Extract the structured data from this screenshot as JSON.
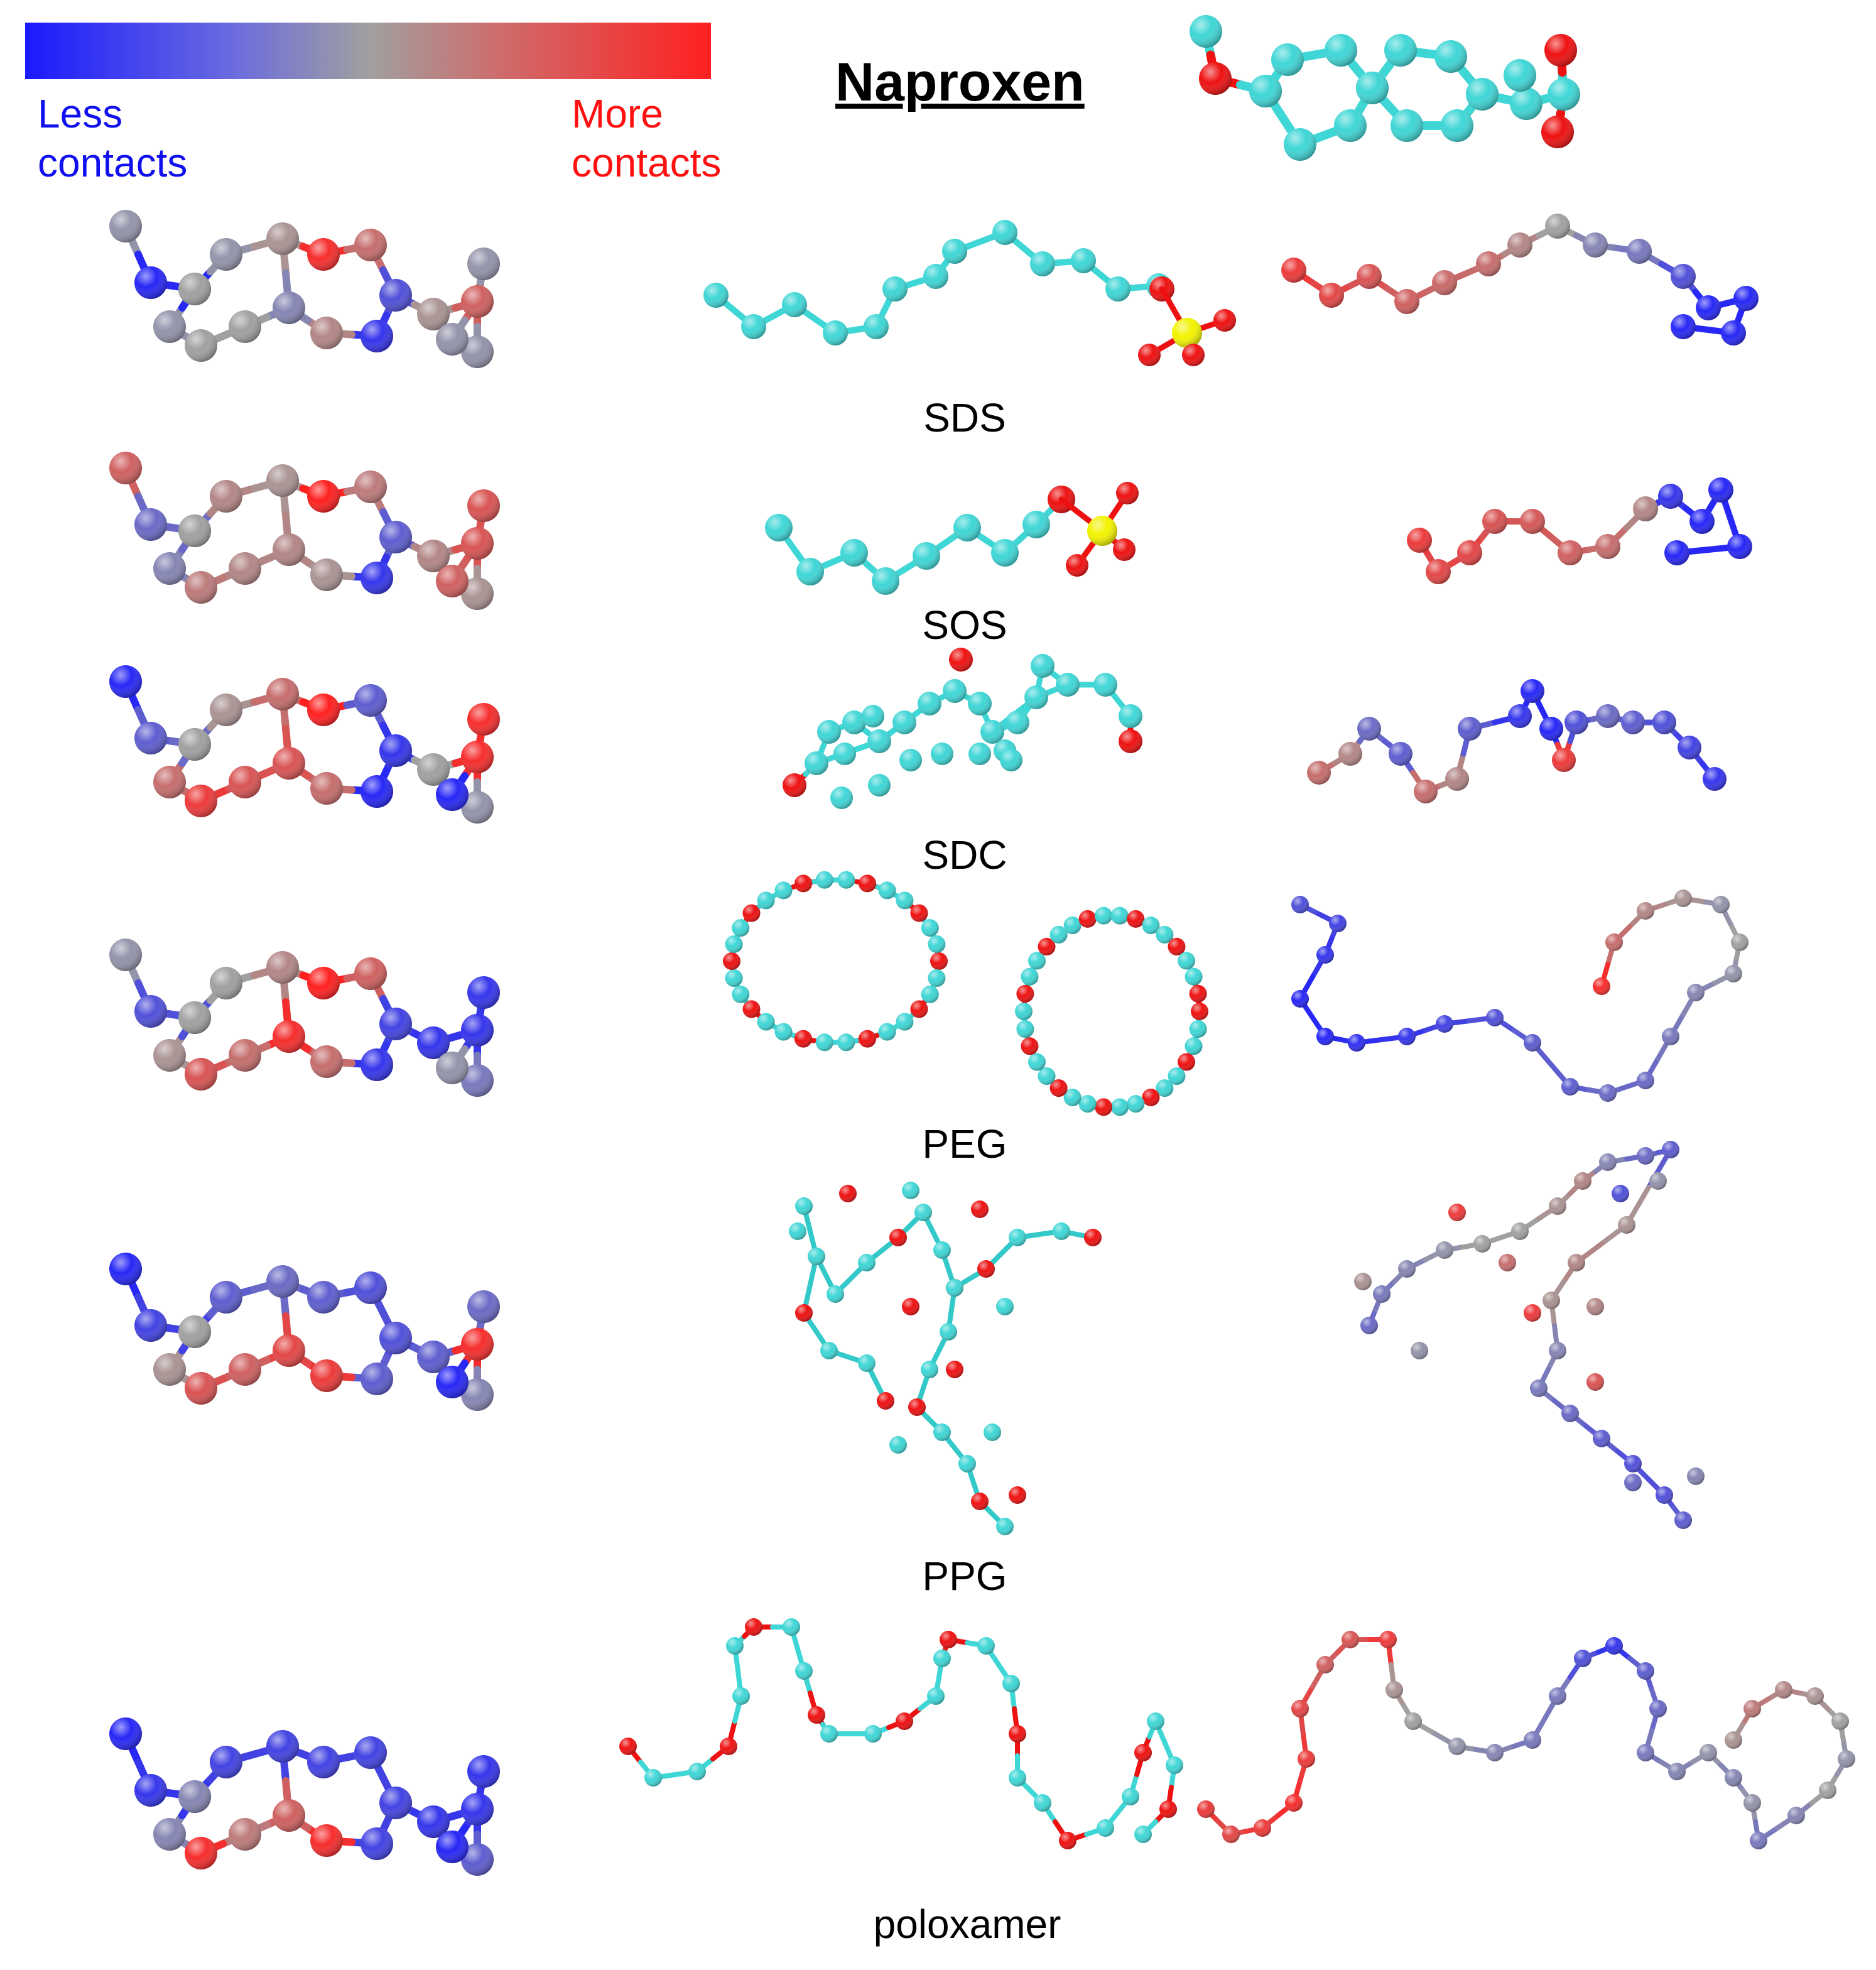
{
  "title": "Naproxen",
  "legend": {
    "less_line1": "Less",
    "less_line2": "contacts",
    "more_line1": "More",
    "more_line2": "contacts",
    "low_color": "#1a1aff",
    "mid_color": "#a0a0a0",
    "high_color": "#ff2020"
  },
  "rows": [
    {
      "label": "SDS"
    },
    {
      "label": "SOS"
    },
    {
      "label": "SDC"
    },
    {
      "label": "PEG"
    },
    {
      "label": "PPG"
    },
    {
      "label": "poloxamer"
    }
  ],
  "colors": {
    "carbon": "#3fd6d6",
    "oxygen": "#ee1111",
    "sulfur": "#f2f200",
    "bond_cyan": "#33c9c9"
  }
}
